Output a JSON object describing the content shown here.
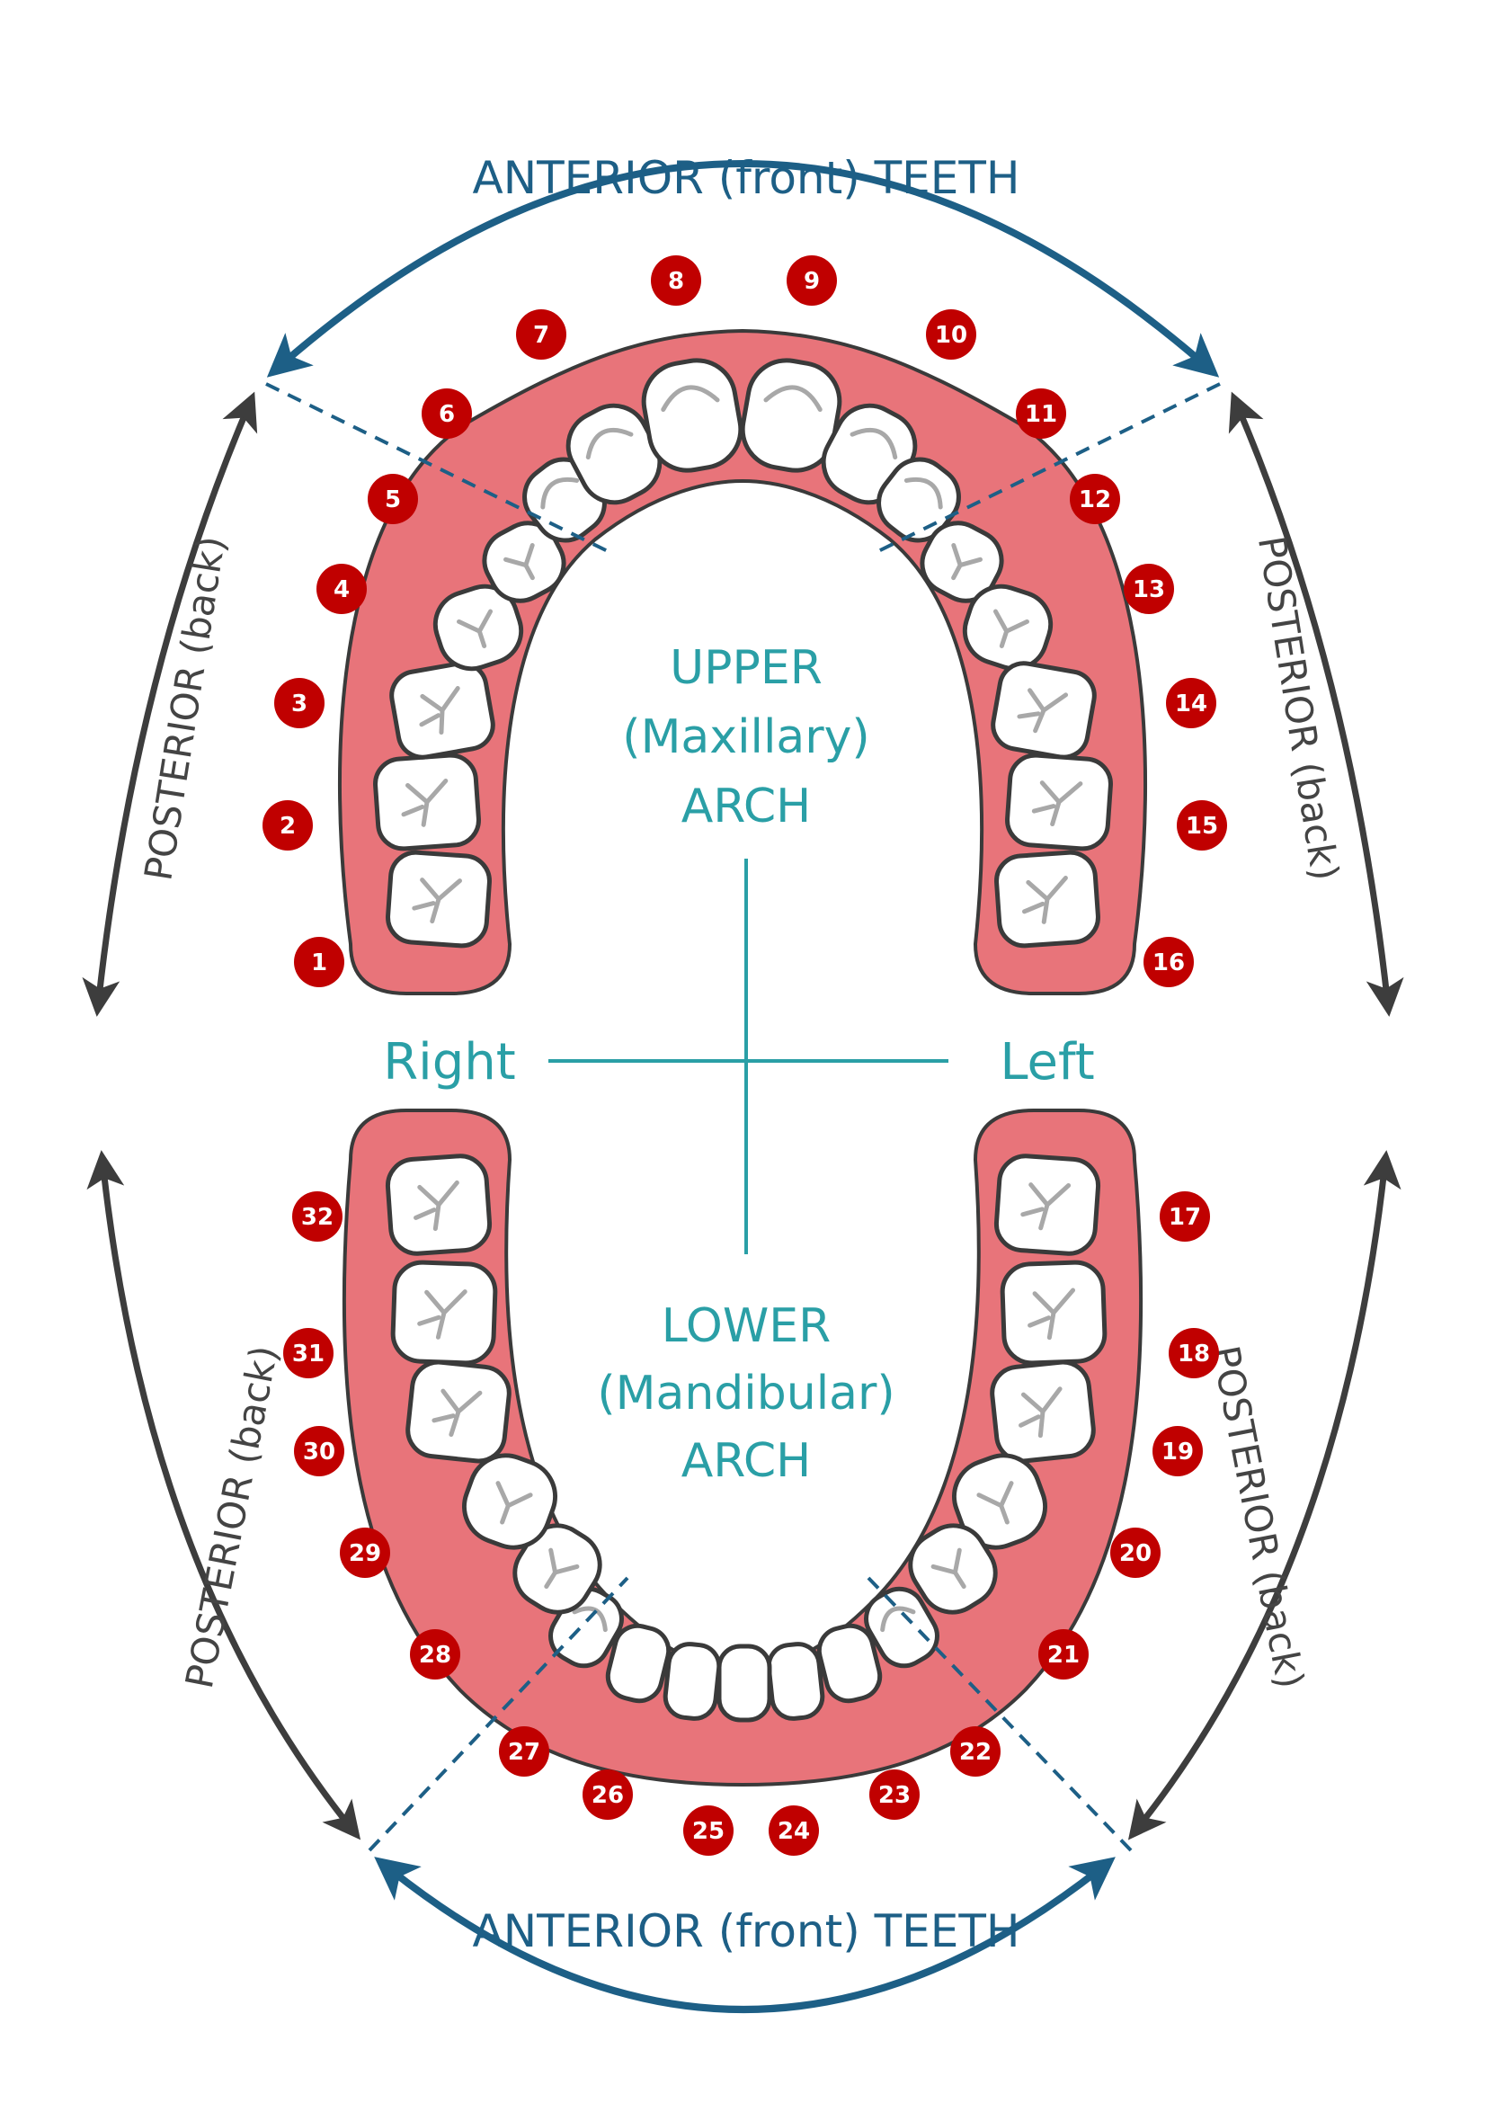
{
  "labels": {
    "anterior_top": "ANTERIOR (front) TEETH",
    "anterior_bottom": "ANTERIOR (front) TEETH",
    "posterior_upper_right": "POSTERIOR (back)",
    "posterior_upper_left": "POSTERIOR (back)",
    "posterior_lower_right": "POSTERIOR (back)",
    "posterior_lower_left": "POSTERIOR (back)",
    "upper_arch": [
      "UPPER",
      "(Maxillary)",
      "ARCH"
    ],
    "lower_arch": [
      "LOWER",
      "(Mandibular)",
      "ARCH"
    ],
    "right": "Right",
    "left": "Left"
  },
  "teeth": {
    "upper": [
      "1",
      "2",
      "3",
      "4",
      "5",
      "6",
      "7",
      "8",
      "9",
      "10",
      "11",
      "12",
      "13",
      "14",
      "15",
      "16"
    ],
    "lower": [
      "17",
      "18",
      "19",
      "20",
      "21",
      "22",
      "23",
      "24",
      "25",
      "26",
      "27",
      "28",
      "29",
      "30",
      "31",
      "32"
    ]
  },
  "colors": {
    "gum": "#e8747a",
    "outline": "#3a3a3a",
    "tooth": "#ffffff",
    "badge": "#c00000",
    "anterior_arrow": "#1d5f86",
    "posterior_arrow": "#3d3d3d",
    "arch_text": "#2a9fa6"
  }
}
